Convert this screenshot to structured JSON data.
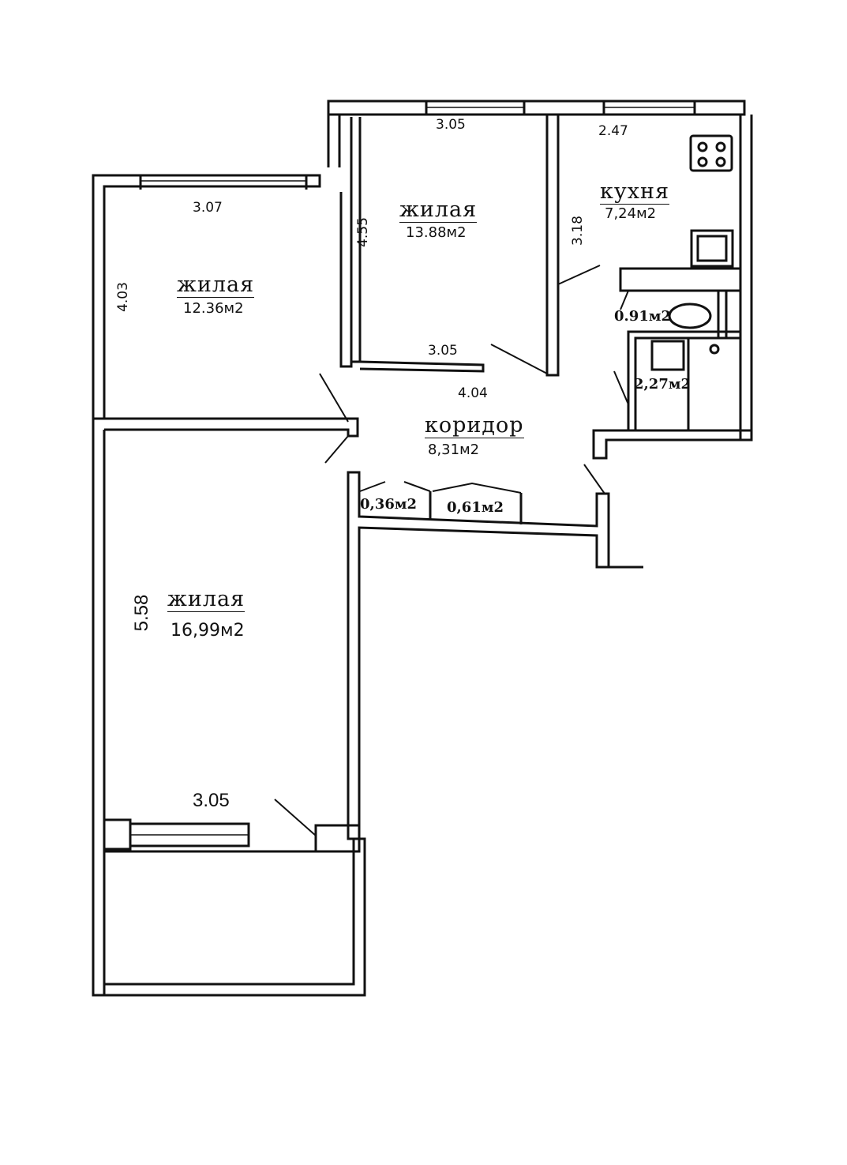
{
  "rooms": {
    "living1": {
      "name": "жилая",
      "area": "12.36м2",
      "width": "3.07",
      "height": "4.03"
    },
    "living2": {
      "name": "жилая",
      "area": "13.88м2",
      "width_top": "3.05",
      "width_bottom": "3.05",
      "height": "4.55"
    },
    "kitchen": {
      "name": "кухня",
      "area": "7,24м2",
      "width": "2.47",
      "height": "3.18"
    },
    "toilet": {
      "area": "0.91м2"
    },
    "bathroom": {
      "area": "2,27м2"
    },
    "corridor": {
      "name": "коридор",
      "area": "8,31м2",
      "width": "4.04"
    },
    "closet1": {
      "area": "0,36м2"
    },
    "closet2": {
      "area": "0,61м2"
    },
    "living3": {
      "name": "жилая",
      "area": "16,99м2",
      "width": "3.05",
      "height": "5.58"
    }
  }
}
